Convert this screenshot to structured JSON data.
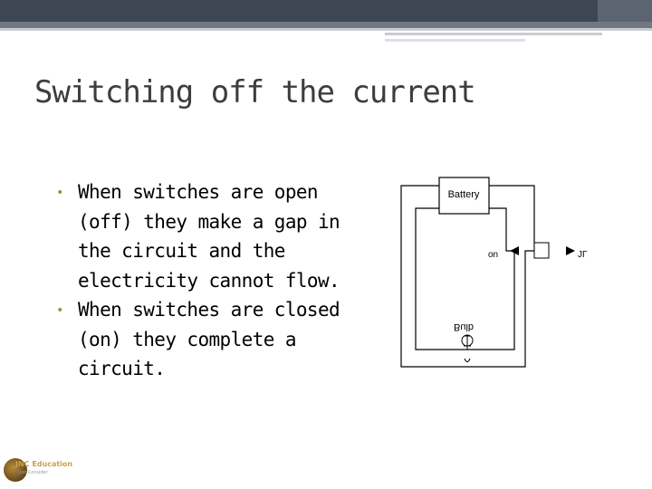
{
  "slide": {
    "title": "Switching off the current",
    "bullets": [
      "When switches are open (off) they make a gap in the circuit and the electricity cannot flow.",
      "When switches are closed (on) they complete a circuit."
    ]
  },
  "diagram": {
    "battery_label": "Battery",
    "switch_on_label": "on",
    "switch_off_label": "JΓ",
    "bulb_label": "Bulb"
  },
  "logo": {
    "text": "JNC Education",
    "subtext": "Just Consider"
  },
  "colors": {
    "bullet": "#8a9b43",
    "title": "#3d3d3d",
    "header_bar": "#3d4652"
  }
}
